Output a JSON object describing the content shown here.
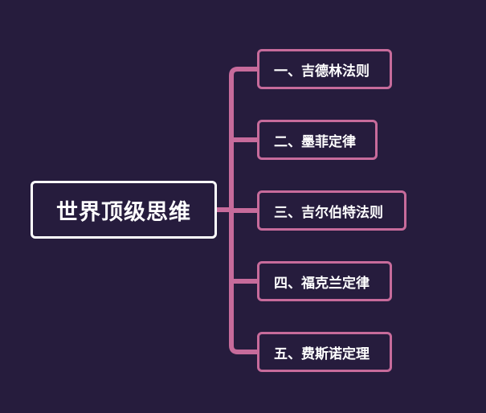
{
  "root": {
    "label": "世界顶级思维"
  },
  "branches": [
    {
      "label": "一、吉德林法则"
    },
    {
      "label": "二、墨菲定律"
    },
    {
      "label": "三、吉尔伯特法则"
    },
    {
      "label": "四、福克兰定律"
    },
    {
      "label": "五、费斯诺定理"
    }
  ],
  "colors": {
    "background": "#261c3d",
    "connector": "#c76b9b",
    "root_border": "#ffffff",
    "text": "#ffffff"
  }
}
